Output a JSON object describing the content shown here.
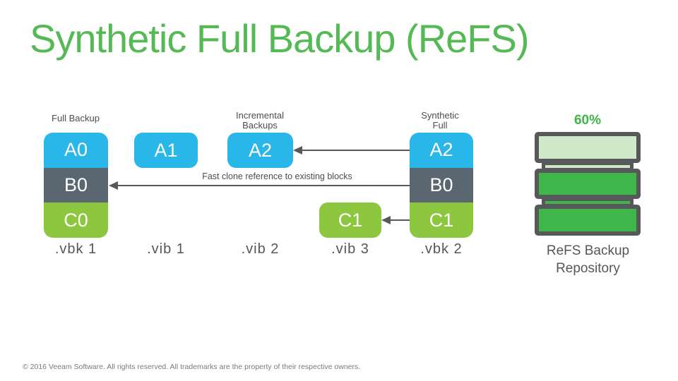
{
  "title": "Synthetic Full Backup (ReFS)",
  "colors": {
    "title_green": "#55b955",
    "block_blue": "#29b6e8",
    "block_slate": "#5b6770",
    "block_lime": "#8dc63f",
    "repo_green": "#3fb54a",
    "repo_light_green": "#cfe9c8",
    "arrow_gray": "#57585a"
  },
  "diagram": {
    "full_backup": {
      "top_label": "Full Backup",
      "blocks": [
        "A0",
        "B0",
        "C0"
      ],
      "file_label": ".vbk 1"
    },
    "vib1": {
      "block": "A1",
      "file_label": ".vib 1"
    },
    "incremental": {
      "top_label_line1": "Incremental",
      "top_label_line2": "Backups",
      "block": "A2",
      "file_label": ".vib 2"
    },
    "vib3": {
      "block": "C1",
      "file_label": ".vib 3"
    },
    "synthetic": {
      "top_label_line1": "Synthetic",
      "top_label_line2": "Full",
      "blocks": [
        "A2",
        "B0",
        "C1"
      ],
      "file_label": ".vbk 2"
    },
    "arrow_caption": "Fast clone reference to existing blocks",
    "repository": {
      "percent": "60%",
      "label_line1": "ReFS Backup",
      "label_line2": "Repository"
    }
  },
  "footer": "© 2016 Veeam Software. All rights reserved. All trademarks are the property of their respective owners."
}
